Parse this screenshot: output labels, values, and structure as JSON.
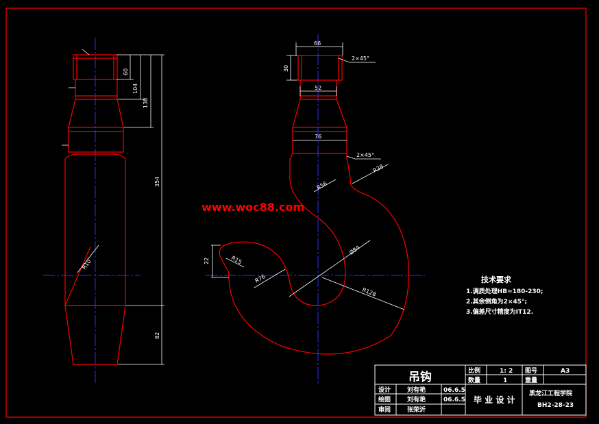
{
  "watermark": "www.woc88.com",
  "left_view": {
    "dims": {
      "d60": "60",
      "d104": "104",
      "d138": "138",
      "d354": "354",
      "d82": "82",
      "r10": "R10"
    }
  },
  "right_view": {
    "dims": {
      "d66": "66",
      "d30": "30",
      "chamfer_top": "2×45°",
      "d52": "52",
      "d76": "76",
      "chamfer_mid": "2×45°",
      "r38": "R38",
      "r56": "R56",
      "d84": "Ø84",
      "d22": "22",
      "r15": "R15",
      "r76": "R76",
      "r128": "R128"
    }
  },
  "tech_req": {
    "title": "技术要求",
    "items": [
      "1.调质处理HB=180-230;",
      "2.其余倒角为2×45°;",
      "3.偏差尺寸精度为IT12."
    ]
  },
  "title_block": {
    "part_name": "吊钩",
    "scale_label": "比例",
    "scale_value": "1: 2",
    "drawing_no_label": "图号",
    "drawing_no_value": "A3",
    "qty_label": "数量",
    "qty_value": "1",
    "weight_label": "重量",
    "designer_label": "设计",
    "designer_name": "刘有艳",
    "designer_date": "06.6.5",
    "drafter_label": "绘图",
    "drafter_name": "刘有艳",
    "drafter_date": "06.6.5",
    "reviewer_label": "审阅",
    "reviewer_name": "张荣沂",
    "project": "毕 业 设 计",
    "school": "黑龙江工程学院",
    "code": "BH2-28-23"
  }
}
